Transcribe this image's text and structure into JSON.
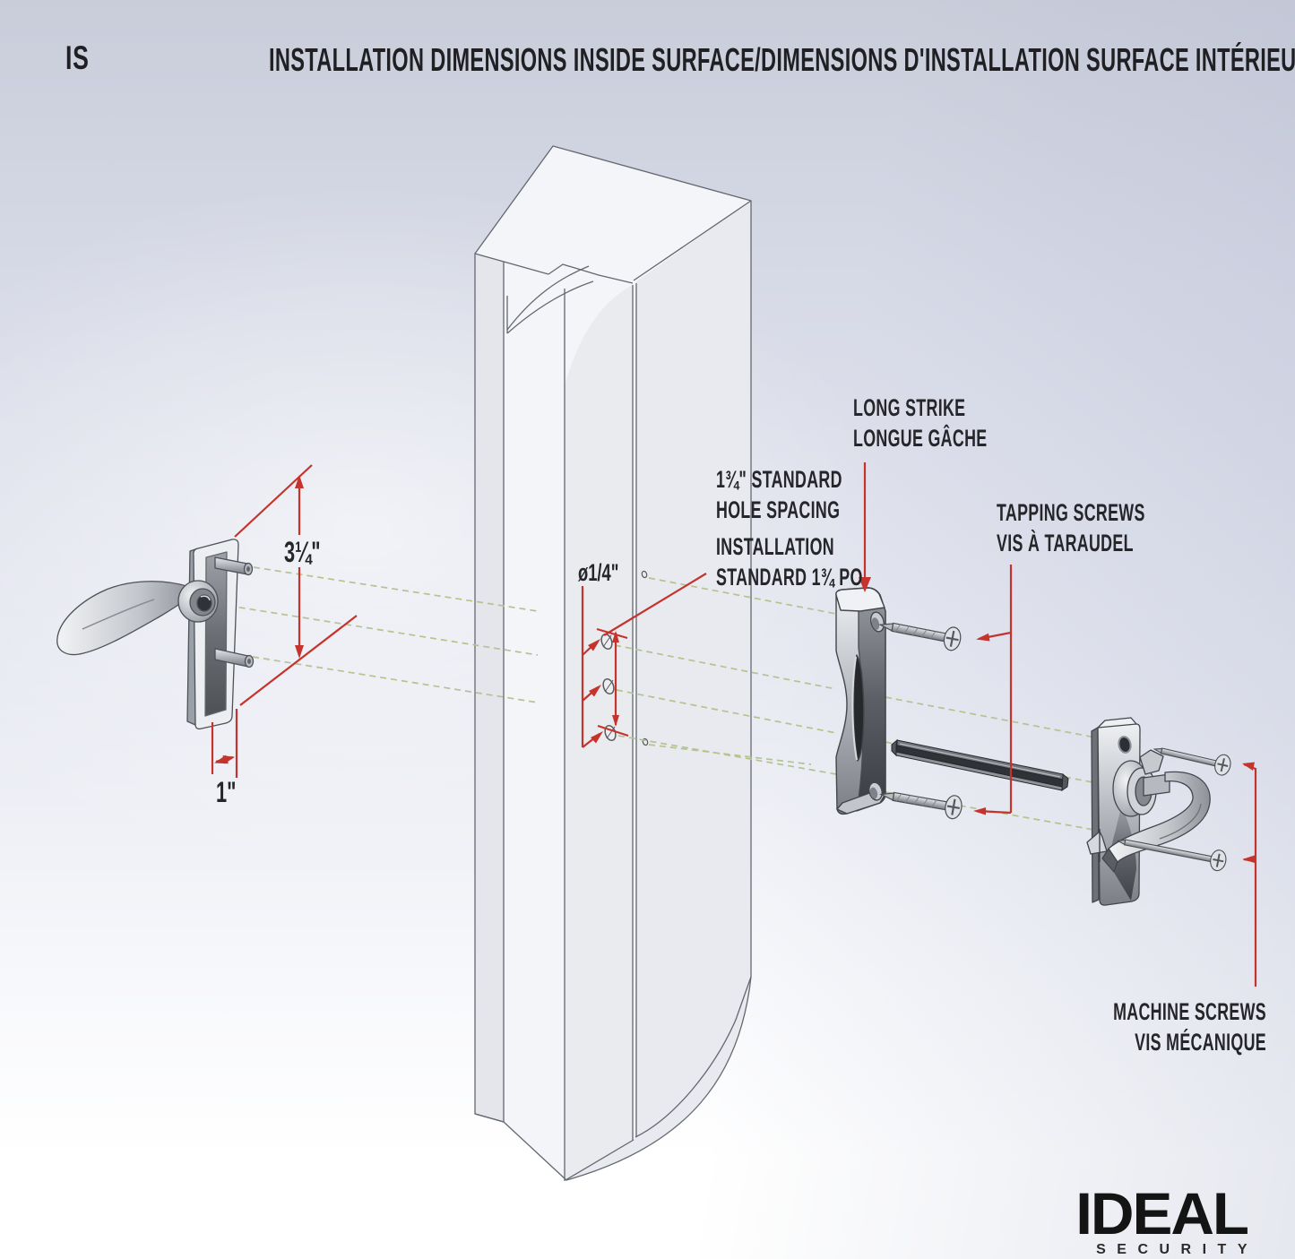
{
  "header": {
    "code": "IS",
    "title": "INSTALLATION DIMENSIONS INSIDE SURFACE/DIMENSIONS D'INSTALLATION SURFACE INTÉRIEURE"
  },
  "dims": {
    "height_spacing": "3¼\"",
    "plate_width": "1\"",
    "hole_diameter": "ø1/4\"",
    "spacing_en1": "1¾\" STANDARD",
    "spacing_en2": "HOLE SPACING",
    "spacing_fr1": "INSTALLATION",
    "spacing_fr2": "STANDARD 1¾ PO"
  },
  "labels": {
    "strike_en": "LONG STRIKE",
    "strike_fr": "LONGUE GÂCHE",
    "tapping_en": "TAPPING SCREWS",
    "tapping_fr": "VIS À TARAUDEL",
    "machine_en": "MACHINE SCREWS",
    "machine_fr": "VIS MÉCANIQUE"
  },
  "logo": {
    "brand": "IDEAL",
    "sub": "SECURITY"
  },
  "colors": {
    "dimension_red": "#c5332d",
    "alignment_green": "#b5c38f",
    "ink": "#26262a",
    "wireframe": "#63676e"
  }
}
